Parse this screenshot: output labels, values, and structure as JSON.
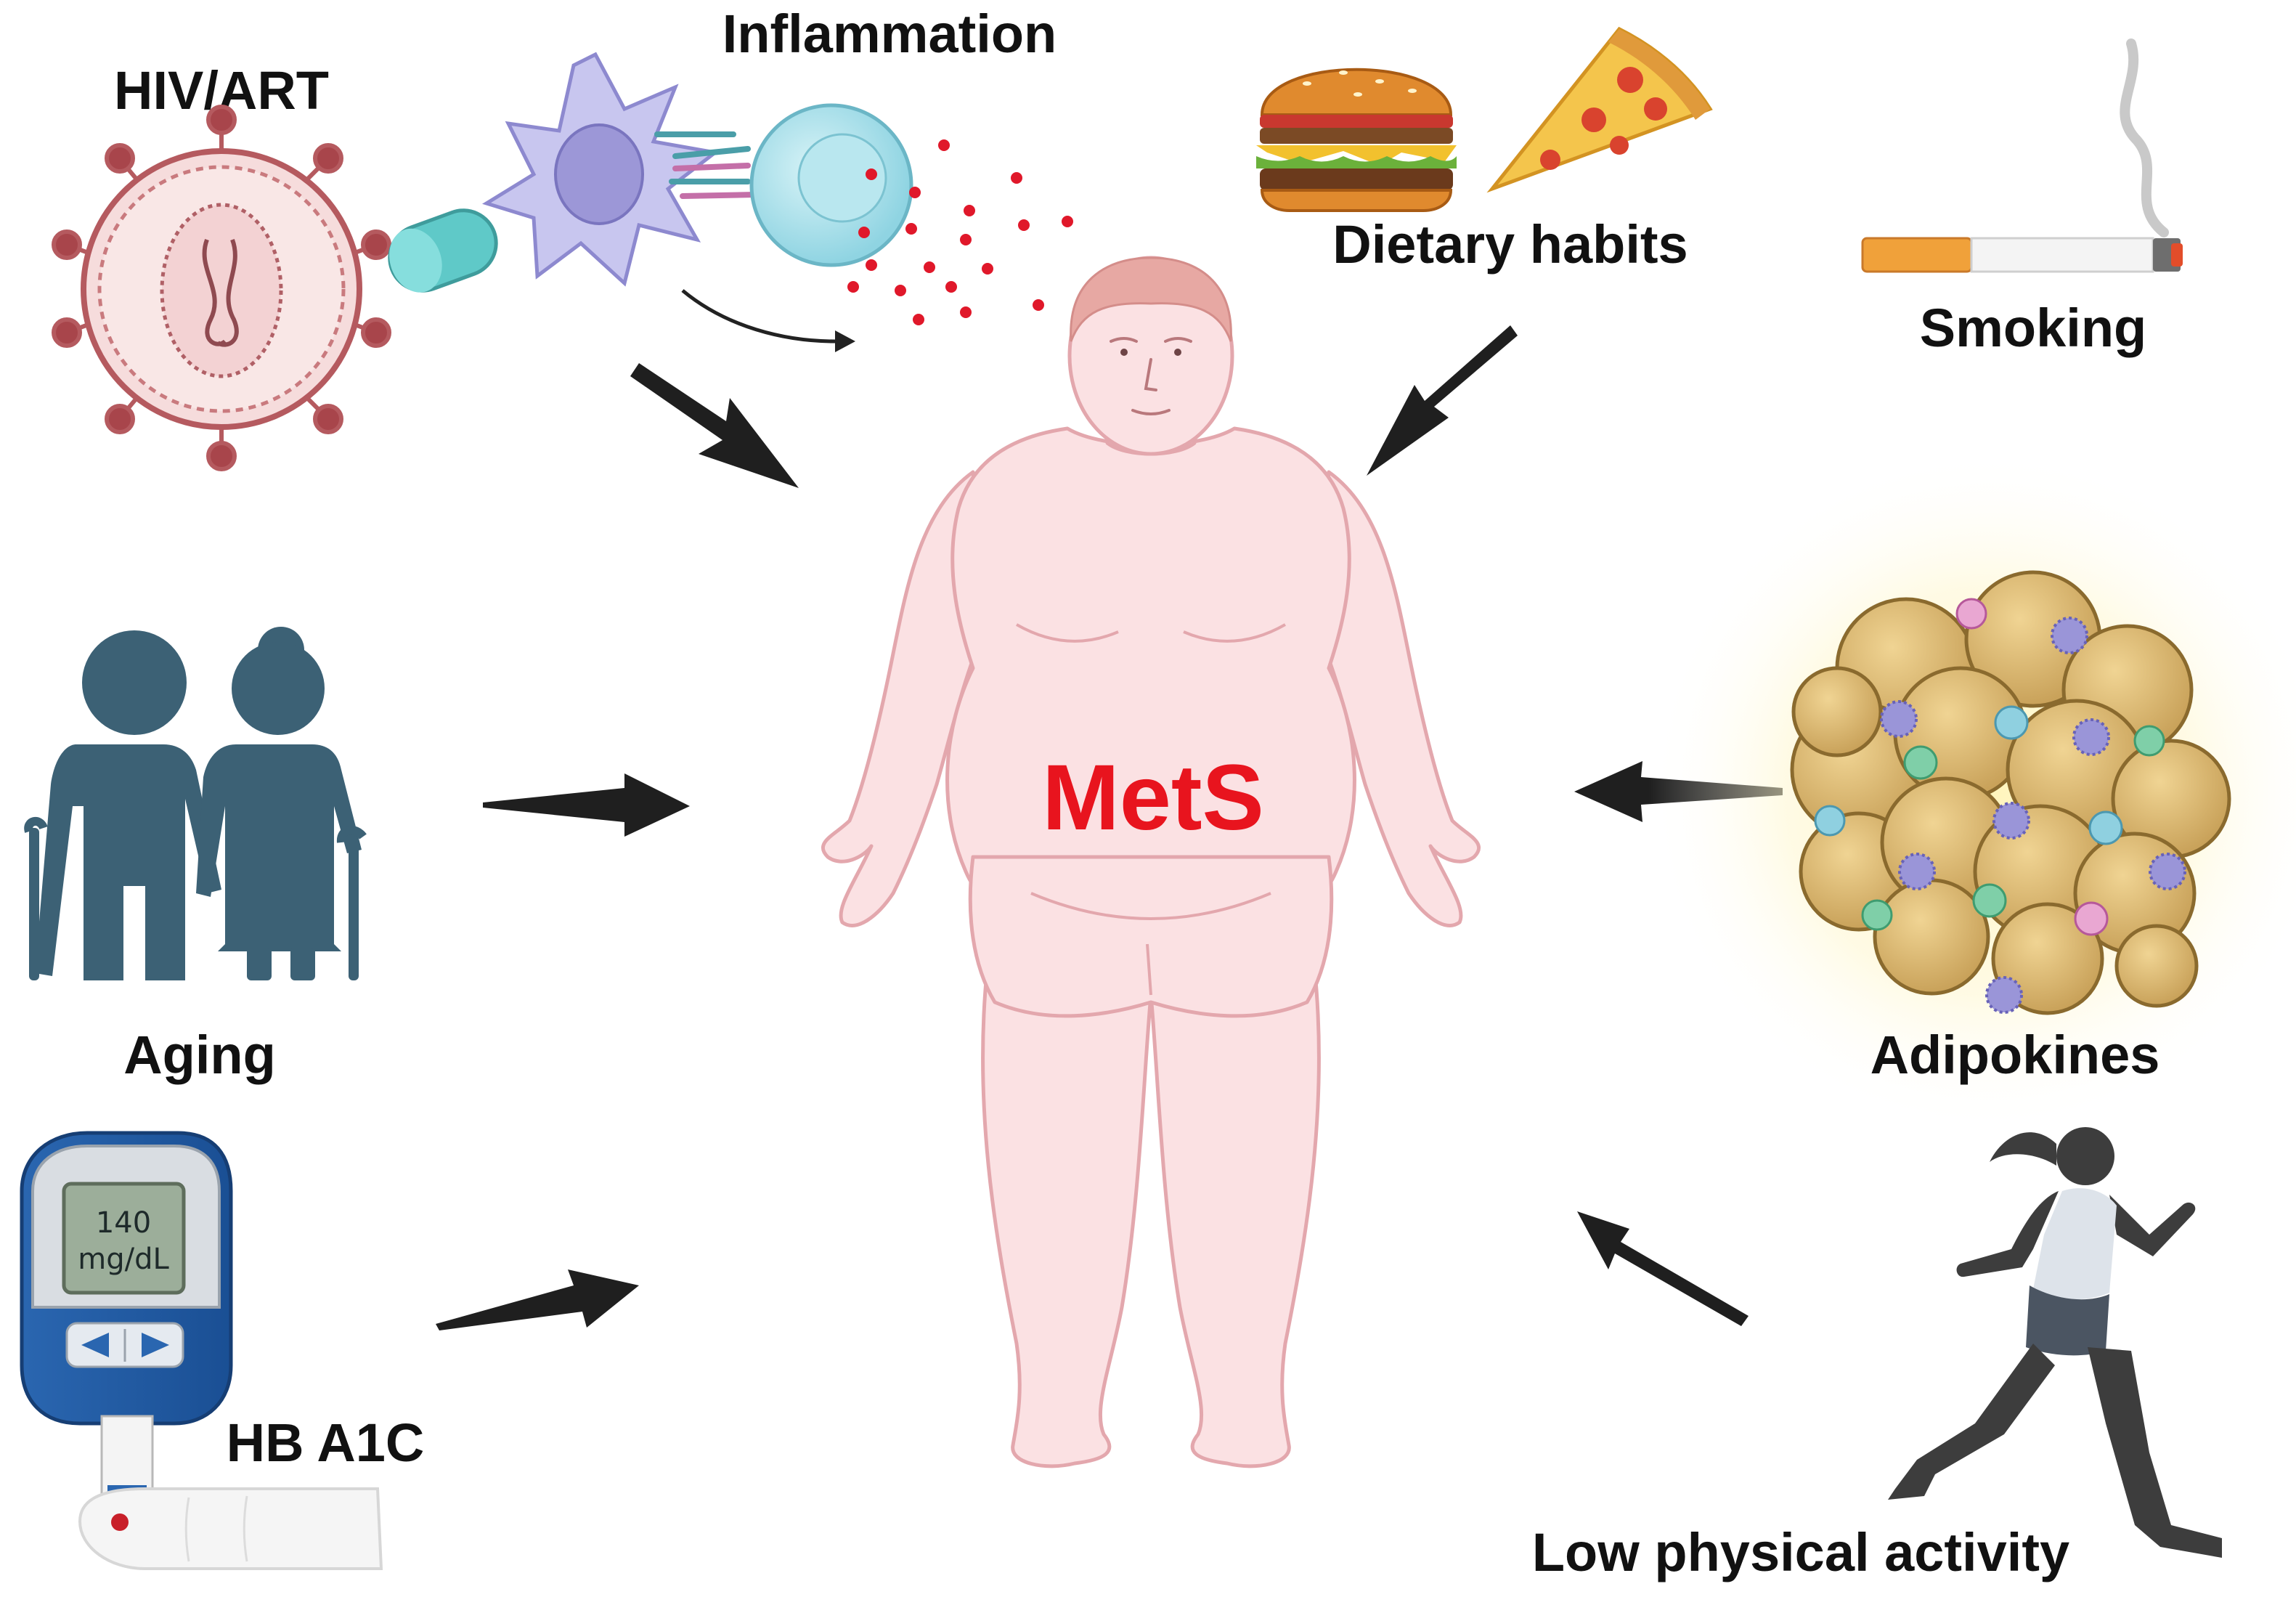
{
  "center": {
    "label": "MetS"
  },
  "factors": {
    "hiv_art": "HIV/ART",
    "inflammation": "Inflammation",
    "dietary": "Dietary habits",
    "smoking": "Smoking",
    "aging": "Aging",
    "adipokines": "Adipokines",
    "hba1c": "HB A1C",
    "activity": "Low physical activity"
  },
  "glucometer": {
    "value": "140",
    "unit": "mg/dL"
  },
  "icons": {
    "hiv": "virus-icon",
    "pill": "capsule-icon",
    "inflammation": "immune-cells-icon",
    "burger": "burger-icon",
    "pizza": "pizza-slice-icon",
    "cigarette": "cigarette-icon",
    "elderly": "elderly-couple-icon",
    "adipose": "adipose-tissue-icon",
    "meter": "glucometer-icon",
    "runner": "runner-icon",
    "person": "obese-person-icon",
    "arrow": "arrow-icon"
  },
  "colors": {
    "mets_text": "#e8141e",
    "skin": "#fbe1e3",
    "skin_outline": "#e3a7ad",
    "arrow": "#1f1f1f",
    "label": "#111111",
    "elderly": "#3c6175",
    "virus": "#b55a5f",
    "fat": "#d9b76a"
  }
}
